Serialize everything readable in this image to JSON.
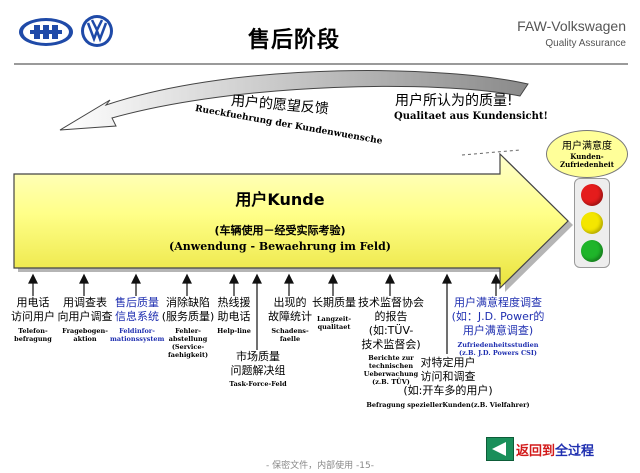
{
  "header": {
    "title": "售后阶段",
    "brand_name": "FAW-Volkswagen",
    "brand_sub": "Quality Assurance"
  },
  "feedback": {
    "cn": "用户的愿望反馈",
    "de": "Rueckfuehrung der Kundenwuensche"
  },
  "quality": {
    "cn": "用户所认为的质量!",
    "de": "Qualitaet aus Kundensicht!"
  },
  "arrow": {
    "title": "用户Kunde",
    "line1": "(车辆使用－经受实际考验)",
    "line2": "(Anwendung - Bewaehrung im Feld)"
  },
  "satisfaction": {
    "cn": "用户满意度",
    "de_1": "Kunden-",
    "de_2": "Zufriedenheit"
  },
  "lights": {
    "red": "#e51c1c",
    "yellow": "#f4e600",
    "green": "#1fb52a"
  },
  "items": [
    {
      "cn_1": "用电话",
      "cn_2": "访问用户",
      "de_1": "Telefon-",
      "de_2": "befragung"
    },
    {
      "cn_1": "用调查表",
      "cn_2": "向用户调查",
      "de_1": "Fragebogen-",
      "de_2": "aktion"
    },
    {
      "cn_1": "售后质量",
      "cn_2": "信息系统",
      "de_1": "Feldinfor-",
      "de_2": "mationssystem"
    },
    {
      "cn_1": "消除缺陷",
      "cn_2": "(服务质量)",
      "de_1": "Fehler-",
      "de_2": "abstellung",
      "de_3": "(Service-",
      "de_4": "faehigkeit)"
    },
    {
      "cn_1": "热线援",
      "cn_2": "助电话",
      "de_1": "Help-line"
    },
    {
      "cn_1": "市场质量",
      "cn_2": "问题解决组",
      "de_1": "Task-Force-Feld"
    },
    {
      "cn_1": "出现的",
      "cn_2": "故障统计",
      "de_1": "Schadens-faelle"
    },
    {
      "cn_1": "长期质量",
      "de_1": "Langzeit-",
      "de_2": "qualitaet"
    },
    {
      "cn_1": "技术监督协会",
      "cn_2": "的报告",
      "cn_3": "(如:TÜV-",
      "cn_4": "技术监督会)",
      "de_1": "Berichte zur",
      "de_2": "technischen",
      "de_3": "Ueberwachung",
      "de_4": "(z.B. TÜV)"
    },
    {
      "cn_1": "对特定用户",
      "cn_2": "访问和调查",
      "cn_3": "(如:开车多的用户)",
      "de_1": "Befragung speziellerKunden(z.B.  Vielfahrer)"
    },
    {
      "cn_1": "用户满意程度调查",
      "cn_2": "(如：J.D. Power的",
      "cn_3": "用户满意调查)",
      "de_1": "Zufriedenheitsstudien",
      "de_2": "(z.B.  J.D. Powers CSI)"
    }
  ],
  "footer": "- 保密文件，内部使用 -15-",
  "back_link": {
    "part1": "返回到",
    "part2": "全过程"
  }
}
